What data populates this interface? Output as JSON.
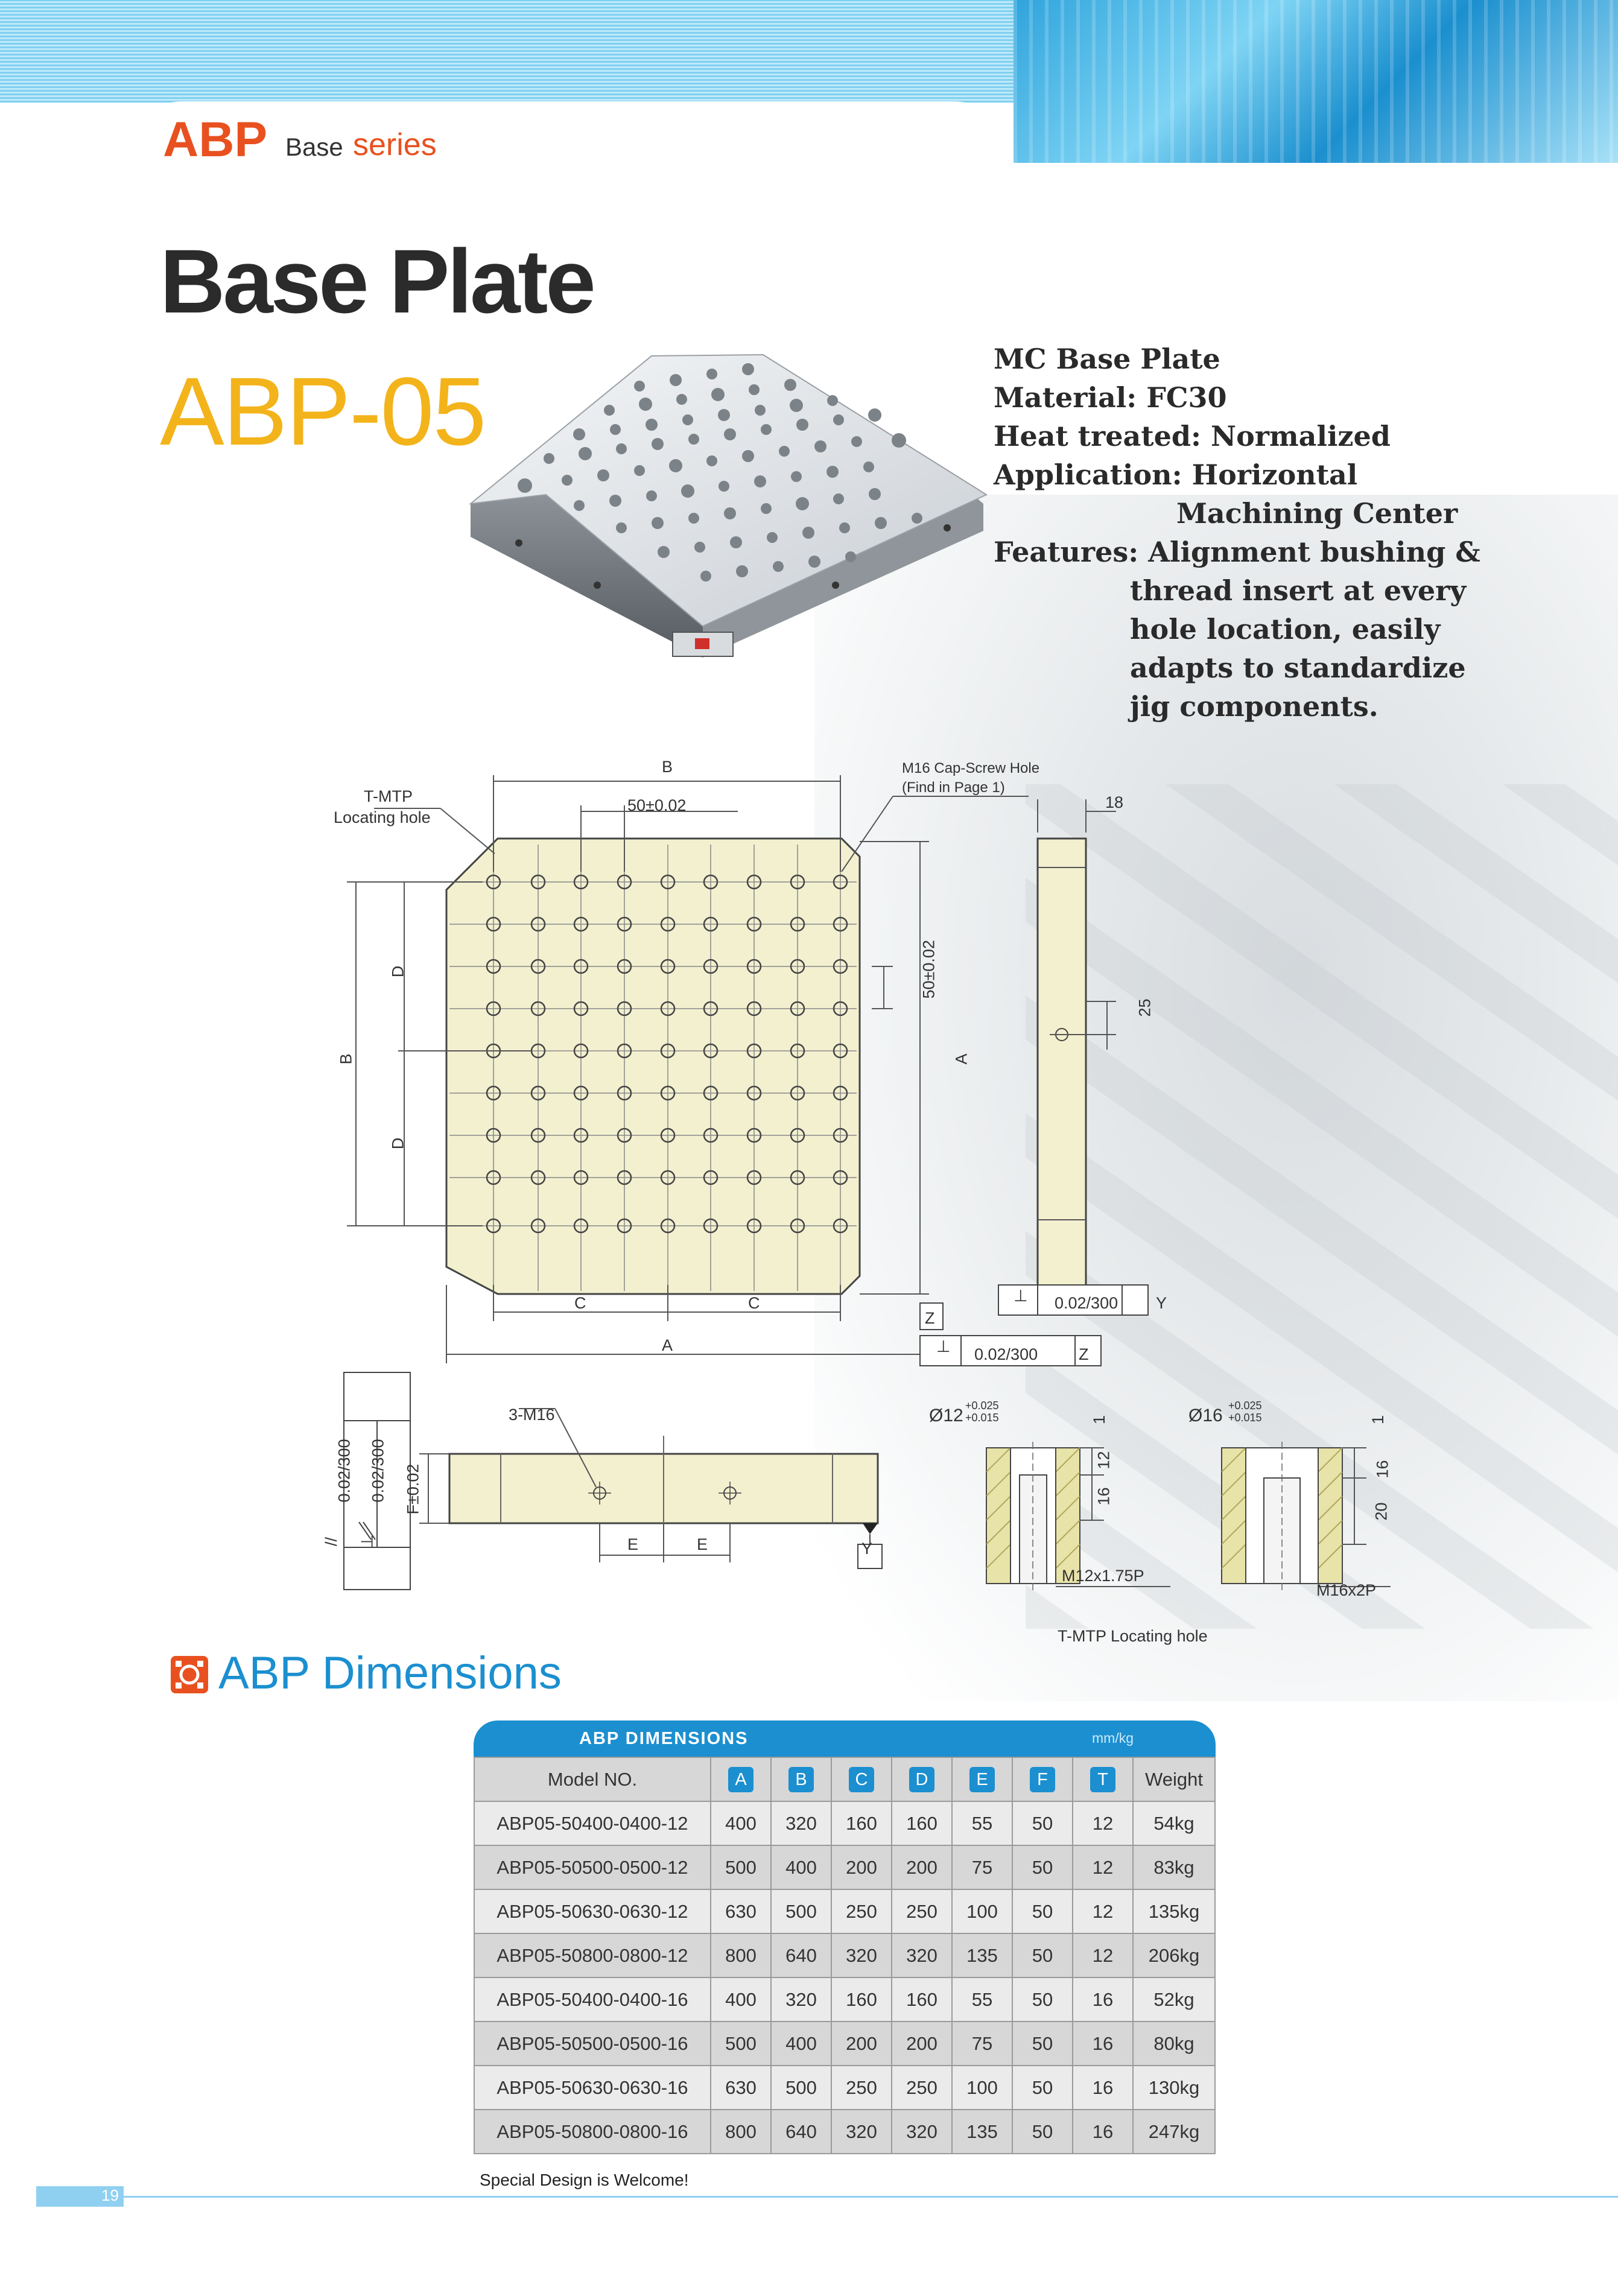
{
  "header": {
    "brand": "ABP",
    "base": "Base",
    "series": "series"
  },
  "title": "Base Plate",
  "model": "ABP-05",
  "specs": {
    "line1": "MC Base Plate",
    "line2": "Material: FC30",
    "line3": "Heat treated: Normalized",
    "line4": "Application: Horizontal",
    "line5": "Machining Center",
    "line6": "Features: Alignment bushing &",
    "line7": "thread insert at every",
    "line8": "hole location, easily",
    "line9": "adapts to standardize",
    "line10": "jig components."
  },
  "drawing": {
    "tmtp_label1": "T-MTP",
    "tmtp_label2": "Locating hole",
    "b_top": "B",
    "pitch_h": "50±0.02",
    "m16_label1": "M16 Cap-Screw Hole",
    "m16_label2": "(Find in Page 1)",
    "thk": "18",
    "pitch_v": "50±0.02",
    "a_side": "A",
    "b_left": "B",
    "d_upper": "D",
    "d_lower": "D",
    "c_left": "C",
    "c_right": "C",
    "a_bottom": "A",
    "side_25": "25",
    "z_datum": "Z",
    "perp_y": "0.02/300",
    "y_ref": "Y",
    "perp_z": "0.02/300",
    "z_ref": "Z",
    "perp_sym": "⊥",
    "par_sym": "//",
    "m16_3": "3-M16",
    "e1": "E",
    "e2": "E",
    "y_datum": "Y",
    "f_tol": "F±0.02",
    "tol_a": "0.02/300",
    "tol_b": "0.02/300",
    "d12": "Ø12",
    "d12_up": "+0.025",
    "d12_lo": "+0.015",
    "d16": "Ø16",
    "d16_up": "+0.025",
    "d16_lo": "+0.015",
    "one_a": "1",
    "one_b": "1",
    "d12_12": "12",
    "d12_16": "16",
    "d16_16": "16",
    "d16_20": "20",
    "thread12": "M12x1.75P",
    "thread16": "M16x2P",
    "tmtp_caption": "T-MTP Locating hole"
  },
  "section": {
    "title": "ABP Dimensions"
  },
  "table": {
    "title": "ABP DIMENSIONS",
    "unit": "mm/kg",
    "headers": [
      "Model NO.",
      "A",
      "B",
      "C",
      "D",
      "E",
      "F",
      "T",
      "Weight"
    ],
    "rows": [
      [
        "ABP05-50400-0400-12",
        "400",
        "320",
        "160",
        "160",
        "55",
        "50",
        "12",
        "54kg"
      ],
      [
        "ABP05-50500-0500-12",
        "500",
        "400",
        "200",
        "200",
        "75",
        "50",
        "12",
        "83kg"
      ],
      [
        "ABP05-50630-0630-12",
        "630",
        "500",
        "250",
        "250",
        "100",
        "50",
        "12",
        "135kg"
      ],
      [
        "ABP05-50800-0800-12",
        "800",
        "640",
        "320",
        "320",
        "135",
        "50",
        "12",
        "206kg"
      ],
      [
        "ABP05-50400-0400-16",
        "400",
        "320",
        "160",
        "160",
        "55",
        "50",
        "16",
        "52kg"
      ],
      [
        "ABP05-50500-0500-16",
        "500",
        "400",
        "200",
        "200",
        "75",
        "50",
        "16",
        "80kg"
      ],
      [
        "ABP05-50630-0630-16",
        "630",
        "500",
        "250",
        "250",
        "100",
        "50",
        "16",
        "130kg"
      ],
      [
        "ABP05-50800-0800-16",
        "800",
        "640",
        "320",
        "320",
        "135",
        "50",
        "16",
        "247kg"
      ]
    ]
  },
  "footnote": "Special Design is Welcome!",
  "page_number": "19",
  "colors": {
    "brand_orange": "#e8511f",
    "accent_blue": "#1b8fd0",
    "model_yellow": "#f3b31a",
    "plate_fill": "#f2f0cf"
  }
}
